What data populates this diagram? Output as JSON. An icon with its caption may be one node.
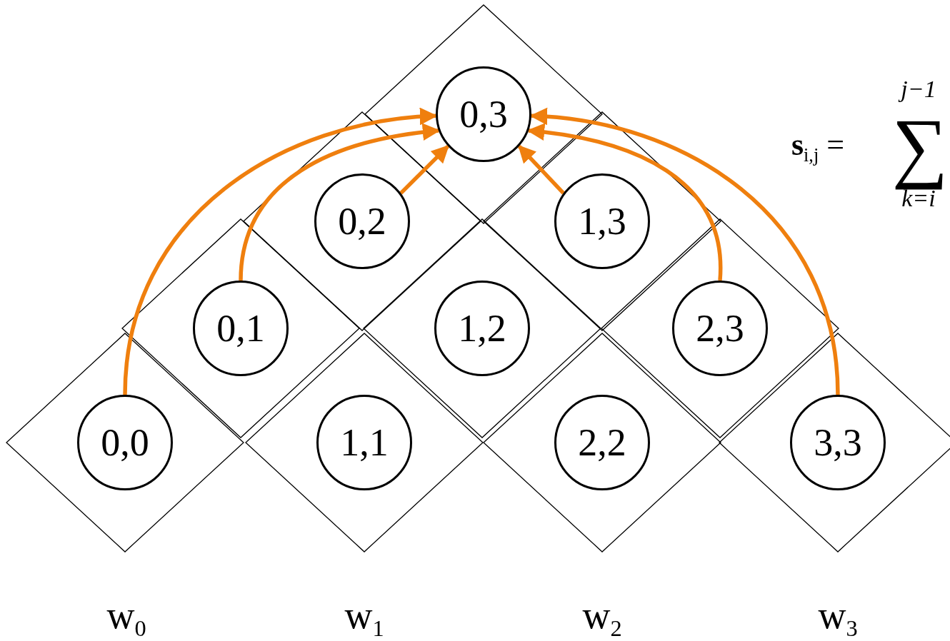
{
  "diagram": {
    "nodes": [
      {
        "text": [
          "0,3"
        ]
      },
      {
        "text": [
          "0,2"
        ]
      },
      {
        "text": [
          "1,3"
        ]
      },
      {
        "text": [
          "0,1"
        ]
      },
      {
        "text": [
          "1,2"
        ]
      },
      {
        "text": [
          "2,3"
        ]
      },
      {
        "text": [
          "0,0"
        ]
      },
      {
        "text": [
          "1,1"
        ]
      },
      {
        "text": [
          "2,2"
        ]
      },
      {
        "text": [
          "3,3"
        ]
      }
    ],
    "edges": [
      {
        "from": 6,
        "to": 0,
        "arrow": "to"
      },
      {
        "from": 3,
        "to": 0,
        "arrow": "to"
      },
      {
        "from": 1,
        "to": 0,
        "arrow": "to"
      },
      {
        "from": 2,
        "to": 0,
        "arrow": "to"
      },
      {
        "from": 5,
        "to": 0,
        "arrow": "to"
      },
      {
        "from": 9,
        "to": 0,
        "arrow": "to"
      }
    ],
    "labels": [
      "j−1",
      "**s**$_{i,j}$ =",
      "∑",
      "k=i",
      "w$_{0}$",
      "w$_{1}$",
      "w$_{2}$",
      "w$_{3}$"
    ]
  }
}
